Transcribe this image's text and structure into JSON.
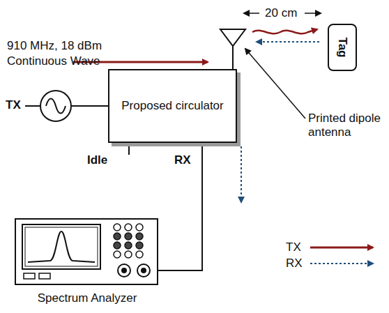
{
  "diagram": {
    "nodes": [
      {
        "text": [
          "Proposed circulator"
        ]
      },
      {
        "text": [
          "Tag"
        ]
      },
      {
        "text": [
          "Spectrum Analyzer"
        ]
      }
    ],
    "edges": [
      {
        "from": 0,
        "to": 2,
        "arrow": "none"
      }
    ],
    "labels": [
      "20 cm",
      "910 MHz, 18 dBm",
      "Continuous Wave",
      "TX",
      "Idle",
      "RX",
      "Printed dipole antenna"
    ],
    "legend": [
      {
        "text": "TX"
      },
      {
        "text": "RX"
      }
    ]
  }
}
